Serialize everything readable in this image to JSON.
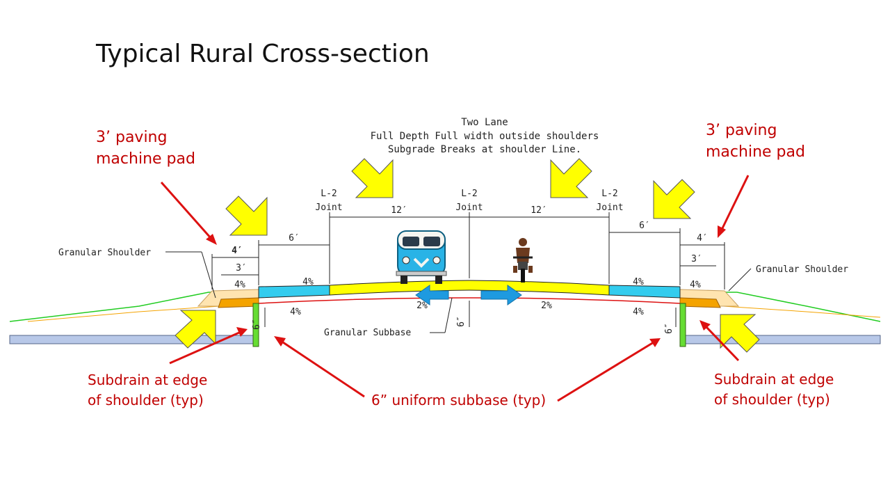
{
  "slide": {
    "title": "Typical Rural Cross-section"
  },
  "heading": {
    "line1": "Two Lane",
    "line2": "Full Depth Full width outside shoulders",
    "line3": "Subgrade Breaks at shoulder Line."
  },
  "callouts": {
    "pad_left": [
      "3’ paving",
      "machine pad"
    ],
    "pad_right": [
      "3’ paving",
      "machine pad"
    ],
    "subdrain_left": [
      "Subdrain at edge",
      "of shoulder (typ)"
    ],
    "subdrain_right": [
      "Subdrain at edge",
      "of shoulder (typ)"
    ],
    "subbase": "6” uniform subbase (typ)"
  },
  "labels": {
    "granular_shoulder_left": "Granular Shoulder",
    "granular_shoulder_right": "Granular Shoulder",
    "granular_subbase": "Granular Subbase",
    "joint_type": "L-2",
    "joint_word": "Joint"
  },
  "dimensions": {
    "lane": "12′",
    "shoulder": "6′",
    "pad_total": "4′",
    "pad_inner": "3′",
    "depth": "6″"
  },
  "slopes": {
    "shoulder": "4%",
    "lane": "2%"
  },
  "colors": {
    "lane": "#ffff00",
    "shoulder": "#33ccee",
    "pad": "#f4a300",
    "granular": "#ffe4b0",
    "subdrain": "#66dd33",
    "grade": "#22cc22",
    "arrow_yellow": "#ffff00",
    "arrow_red": "#dd1111",
    "arrow_blue": "#1e9ae0",
    "pipe": "#b8c8e8"
  },
  "icons": [
    "vw-bus-icon",
    "motorcycle-icon"
  ]
}
